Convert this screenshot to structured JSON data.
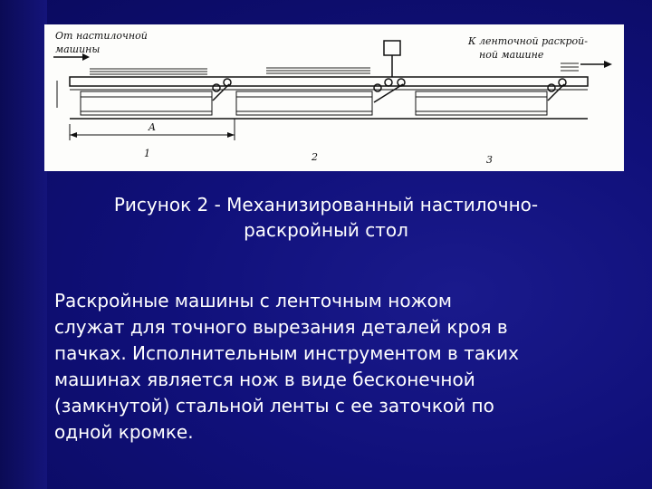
{
  "figure": {
    "label_left_line1": "От настилочной",
    "label_left_line2": "машины",
    "label_right_line1": "К ленточной раскрой-",
    "label_right_line2": "ной машине",
    "dim_label": "A",
    "section_numbers": [
      "1",
      "2",
      "3"
    ]
  },
  "caption": {
    "line1": "Рисунок 2 - Механизированный настилочно-",
    "line2": "раскройный стол"
  },
  "body_text": "    Раскройные машины с ленточным ножом\nслужат для точного вырезания деталей кроя в\nпачках. Исполнительным инструментом в таких\nмашинах является нож в виде бесконечной\n(замкнутой) стальной ленты с ее заточкой  по\nодной кромке."
}
